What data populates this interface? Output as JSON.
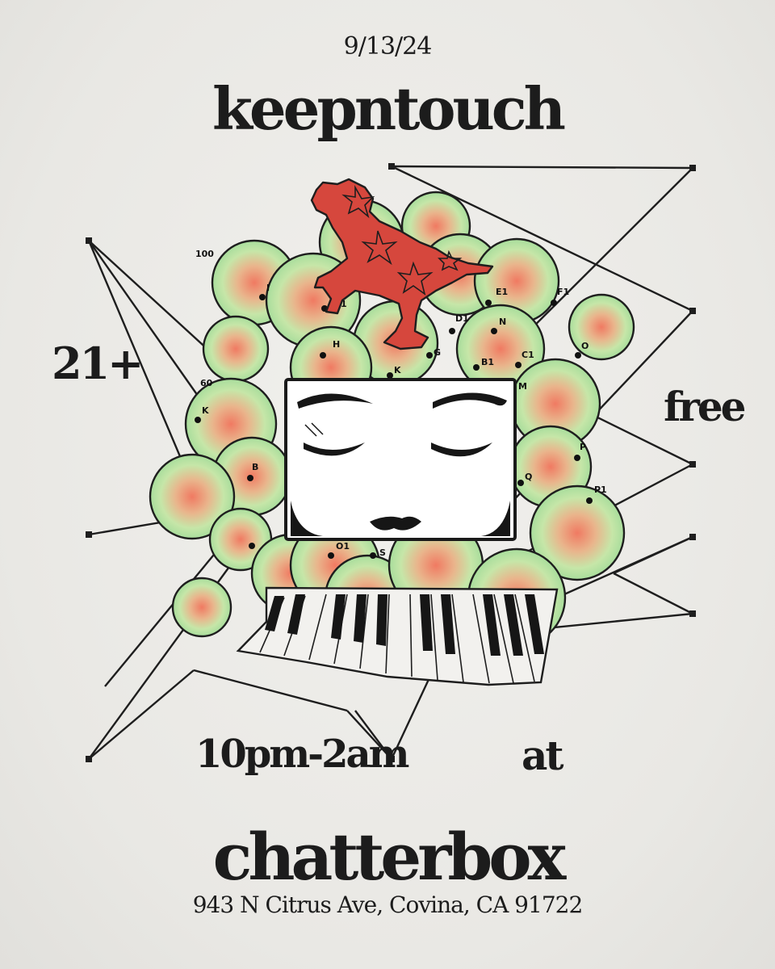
{
  "poster": {
    "date": "9/13/24",
    "title": "keepntouch",
    "age": "21+",
    "price": "free",
    "time": "10pm-2am",
    "at": "at",
    "venue": "chatterbox",
    "address": "943 N Citrus Ave, Covina, CA 91722"
  },
  "graph": {
    "scale_top": "100",
    "scale_mid": "60",
    "node_labels": [
      "G1",
      "H",
      "E1",
      "F1",
      "D1",
      "N",
      "O",
      "G",
      "K",
      "B1",
      "C1",
      "M",
      "K",
      "B",
      "P",
      "Q",
      "P1",
      "O1",
      "S",
      "I"
    ]
  },
  "colors": {
    "circle_outer": "#a9e0a0",
    "circle_inner": "#f1856a",
    "dog": "#d94a40",
    "ink": "#1c1c1c"
  }
}
